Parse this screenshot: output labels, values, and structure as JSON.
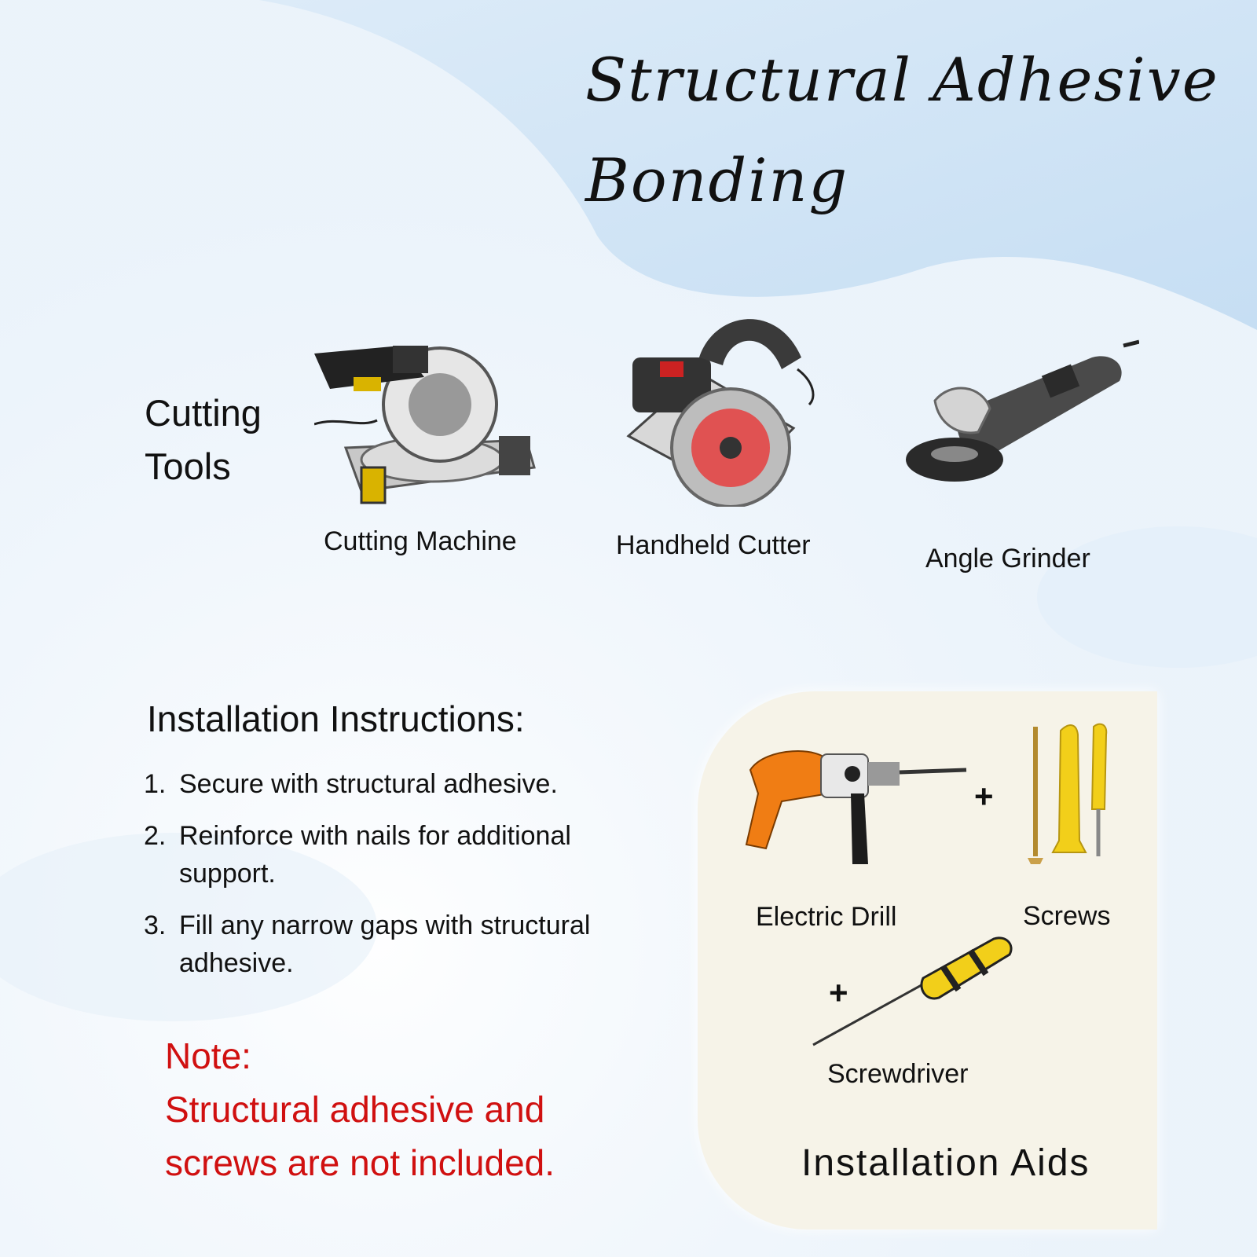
{
  "title": {
    "line1": "Structural Adhesive",
    "line2": "Bonding"
  },
  "cutting_tools": {
    "heading_line1": "Cutting",
    "heading_line2": "Tools",
    "items": [
      {
        "label": "Cutting Machine",
        "icon": "miter-saw-icon"
      },
      {
        "label": "Handheld Cutter",
        "icon": "circular-saw-icon"
      },
      {
        "label": "Angle Grinder",
        "icon": "angle-grinder-icon"
      }
    ]
  },
  "instructions": {
    "heading": "Installation Instructions:",
    "steps": [
      {
        "num": "1.",
        "text": "Secure with structural adhesive."
      },
      {
        "num": "2.",
        "text": "Reinforce with nails for additional support."
      },
      {
        "num": "3.",
        "text": "Fill any narrow gaps with structural adhesive."
      }
    ]
  },
  "note": {
    "label": "Note:",
    "text": "Structural adhesive and screws are not included."
  },
  "installation_aids": {
    "title": "Installation Aids",
    "plus": "+",
    "items": [
      {
        "label": "Electric Drill",
        "icon": "electric-drill-icon"
      },
      {
        "label": "Screws",
        "icon": "screws-icon"
      },
      {
        "label": "Screwdriver",
        "icon": "screwdriver-icon"
      }
    ]
  },
  "colors": {
    "note_red": "#d01010",
    "sky_blue": "#cfe3f5",
    "card_cream": "#f6f3e8",
    "drill_orange": "#f07d14",
    "anchor_yellow": "#f2cf1a"
  }
}
